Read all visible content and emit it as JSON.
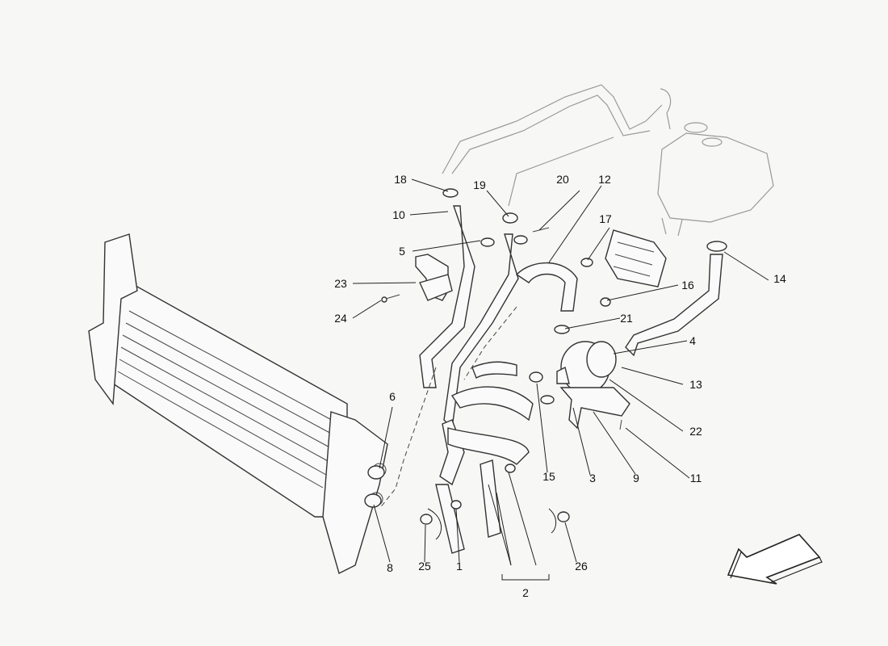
{
  "callouts": [
    "1",
    "2",
    "3",
    "4",
    "5",
    "6",
    "8",
    "9",
    "10",
    "11",
    "12",
    "13",
    "14",
    "15",
    "16",
    "17",
    "18",
    "19",
    "20",
    "21",
    "22",
    "23",
    "24",
    "25",
    "26"
  ],
  "icons": {
    "direction_arrow": "front-direction-arrow-icon"
  },
  "colors": {
    "line": "#333333",
    "background": "#f7f7f5"
  }
}
